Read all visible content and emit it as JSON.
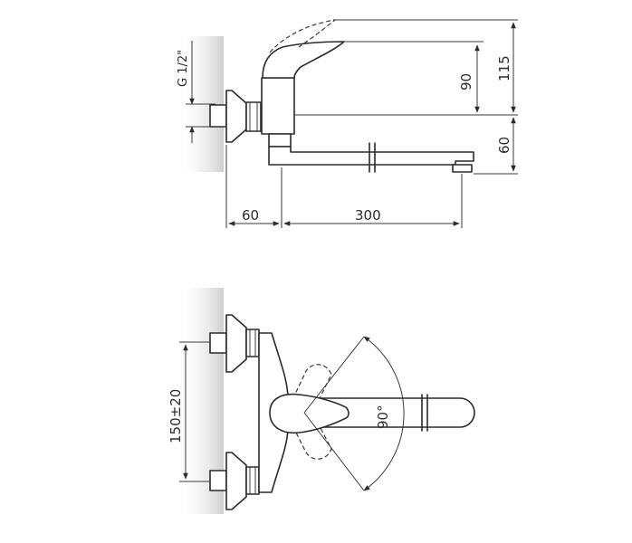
{
  "dimensions": {
    "thread": "G 1/2\"",
    "handle_height": "90",
    "total_height": "115",
    "spout_drop": "60",
    "wall_offset": "60",
    "spout_length": "300",
    "inlet_spacing": "150±20",
    "rotation_angle": "90°"
  },
  "colors": {
    "line": "#2b2b2b",
    "wall_shade": "#d6d6d6"
  }
}
